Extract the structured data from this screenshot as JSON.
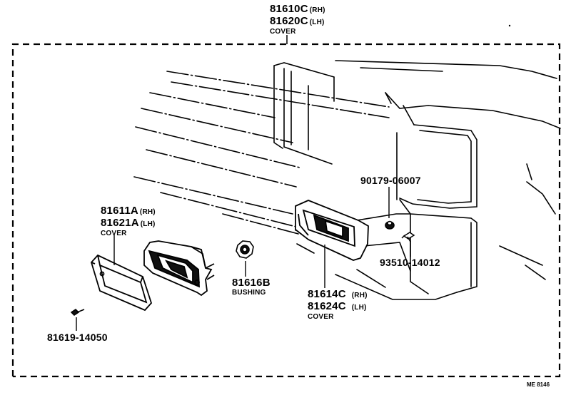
{
  "callouts": {
    "cover_main": {
      "pn_rh": "81610C",
      "side_rh": "(RH)",
      "pn_lh": "81620C",
      "side_lh": "(LH)",
      "desc": "COVER"
    },
    "screw_upper": {
      "pn": "90179-06007"
    },
    "screw_lower": {
      "pn": "93510-14012"
    },
    "lens_cover": {
      "pn_rh": "81611A",
      "side_rh": "(RH)",
      "pn_lh": "81621A",
      "side_lh": "(LH)",
      "desc": "COVER"
    },
    "bushing": {
      "pn": "81616B",
      "desc": "BUSHING"
    },
    "bumper_cover": {
      "pn_rh": "81614C",
      "side_rh": "(RH)",
      "pn_lh": "81624C",
      "side_lh": "(LH)",
      "desc": "COVER"
    },
    "bolt": {
      "pn": "81619-14050"
    }
  },
  "figure_code": "ME 8146"
}
